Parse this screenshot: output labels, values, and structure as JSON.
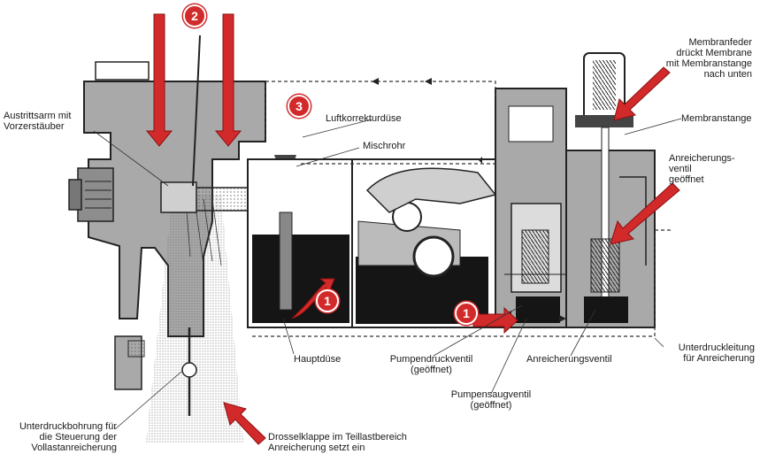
{
  "labels": {
    "austrittsarm": "Austrittsarm mit\nVorzerstäuber",
    "luftkorrektur": "Luftkorrekturdüse",
    "mischrohr": "Mischrohr",
    "membranfeder": "Membranfeder\ndrückt Membrane\nmit Membranstange\nnach unten",
    "membranstange": "Membranstange",
    "anreicherungsventil_offen": "Anreicherungs-\nventil\ngeöffnet",
    "hauptduese": "Hauptdüse",
    "pumpendruckventil": "Pumpendruckventil\n(geöffnet)",
    "anreicherungsventil": "Anreicherungsventil",
    "unterdruckleitung": "Unterdruckleitung\nfür Anreicherung",
    "pumpensaugventil": "Pumpensaugventil\n(geöffnet)",
    "unterdruckbohrung": "Unterdruckbohrung für\ndie Steuerung der\nVollastanreicherung",
    "drosselklappe": "Drosselklappe im Teillastbereich\nAnreicherung setzt ein"
  },
  "badges": {
    "top": "2",
    "luft": "3",
    "main_jet": "1",
    "pump": "1"
  },
  "colors": {
    "accent_red": "#d22a2a",
    "body_gray": "#a9a9a9",
    "fuel_black": "#151515"
  }
}
